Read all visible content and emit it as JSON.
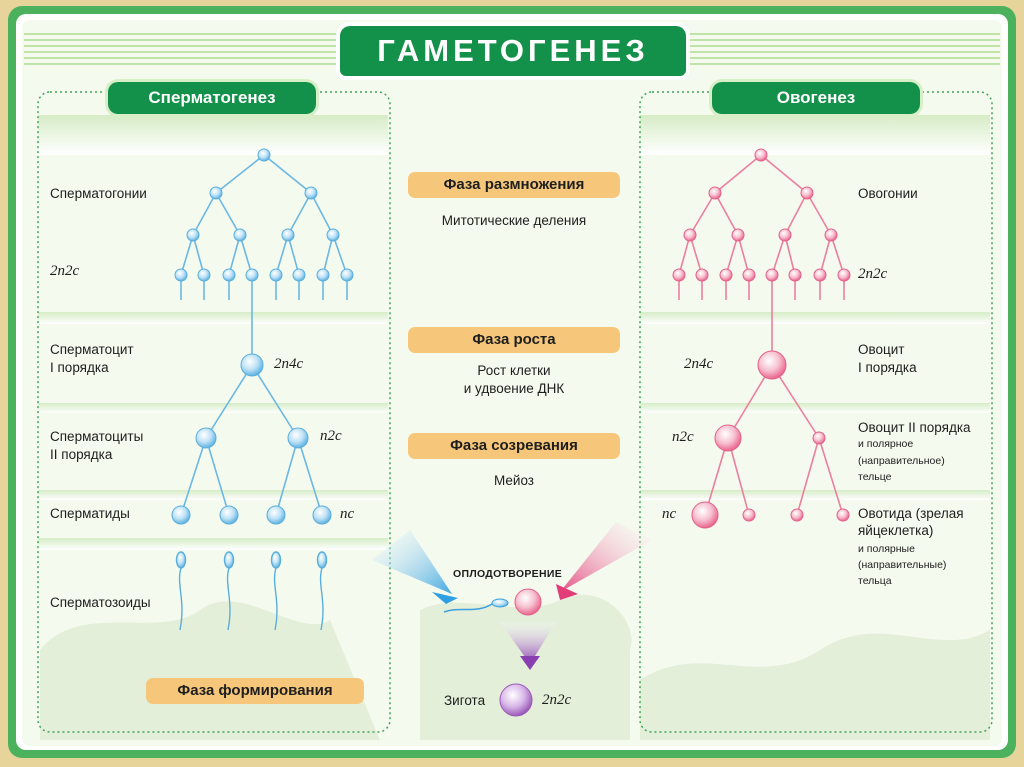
{
  "title": "ГАМЕТОГЕНЕЗ",
  "left_panel": {
    "title": "Сперматогенез",
    "labels": {
      "spermatogonia": "Сперматогонии",
      "ploidy_gonia": "2n2c",
      "spermatocyte1_a": "Сперматоцит",
      "spermatocyte1_b": "I порядка",
      "ploidy_cyte1": "2n4c",
      "spermatocyte2_a": "Сперматоциты",
      "spermatocyte2_b": "II порядка",
      "ploidy_cyte2": "n2c",
      "spermatids": "Сперматиды",
      "ploidy_tids": "nc",
      "spermatozoa": "Сперматозоиды"
    },
    "formation_phase": "Фаза формирования"
  },
  "right_panel": {
    "title": "Овогенез",
    "labels": {
      "oogonia": "Овогонии",
      "ploidy_gonia": "2n2c",
      "oocyte1_a": "Овоцит",
      "oocyte1_b": "I порядка",
      "ploidy_cyte1": "2n4c",
      "oocyte2": "Овоцит II порядка",
      "polar1_a": "и полярное",
      "polar1_b": "(направительное)",
      "polar1_c": "тельце",
      "ploidy_cyte2": "n2c",
      "ootid_a": "Овотида (зрелая",
      "ootid_b": "яйцеклетка)",
      "polar2_a": "и полярные",
      "polar2_b": "(направительные)",
      "polar2_c": "тельца",
      "ploidy_tid": "nc"
    }
  },
  "center": {
    "phase_multiplication": "Фаза размножения",
    "desc_multiplication": "Митотические деления",
    "phase_growth": "Фаза роста",
    "desc_growth_a": "Рост клетки",
    "desc_growth_b": "и удвоение ДНК",
    "phase_maturation": "Фаза созревания",
    "desc_maturation": "Мейоз",
    "fertilization": "ОПЛОДОТВОРЕНИЕ",
    "zygote": "Зигота",
    "zygote_ploidy": "2n2c"
  },
  "colors": {
    "green": "#13914a",
    "blue": "#5fb3e2",
    "pink": "#e9678f",
    "purple": "#9b5bb8",
    "phase_orange": "#f6c77a"
  }
}
